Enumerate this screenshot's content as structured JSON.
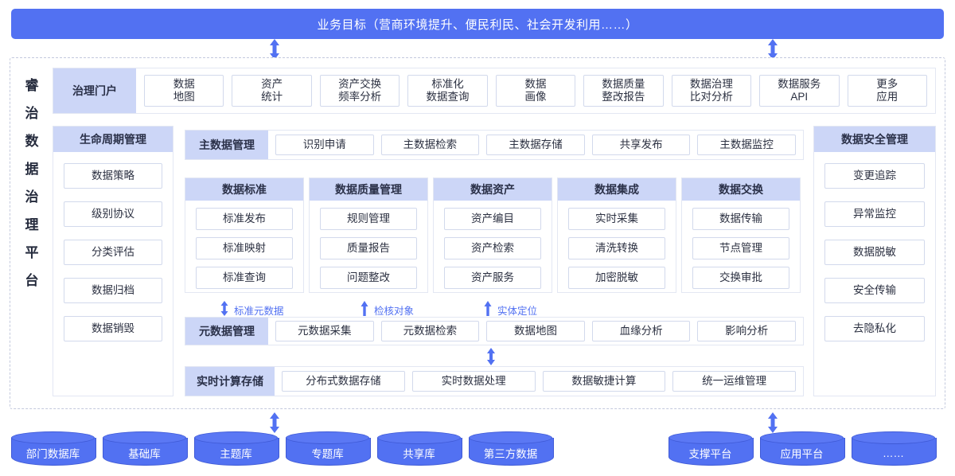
{
  "banner": {
    "title": "业务目标（营商环境提升、便民利民、社会开发利用……）"
  },
  "platform": {
    "title_chars": [
      "睿",
      "治",
      "数",
      "据",
      "治",
      "理",
      "平",
      "台"
    ]
  },
  "portal": {
    "head": "治理门户",
    "apps": [
      "数据\n地图",
      "资产\n统计",
      "资产交换\n频率分析",
      "标准化\n数据查询",
      "数据\n画像",
      "数据质量\n整改报告",
      "数据治理\n比对分析",
      "数据服务\nAPI",
      "更多\n应用"
    ]
  },
  "lifecycle": {
    "head": "生命周期管理",
    "items": [
      "数据策略",
      "级别协议",
      "分类评估",
      "数据归档",
      "数据销毁"
    ]
  },
  "master_data": {
    "head": "主数据管理",
    "items": [
      "识别申请",
      "主数据检索",
      "主数据存储",
      "共享发布",
      "主数据监控"
    ]
  },
  "columns": [
    {
      "head": "数据标准",
      "items": [
        "标准发布",
        "标准映射",
        "标准查询"
      ]
    },
    {
      "head": "数据质量管理",
      "items": [
        "规则管理",
        "质量报告",
        "问题整改"
      ]
    },
    {
      "head": "数据资产",
      "items": [
        "资产编目",
        "资产检索",
        "资产服务"
      ]
    },
    {
      "head": "数据集成",
      "items": [
        "实时采集",
        "清洗转换",
        "加密脱敏"
      ]
    },
    {
      "head": "数据交换",
      "items": [
        "数据传输",
        "节点管理",
        "交换审批"
      ]
    }
  ],
  "flow_labels": [
    {
      "text": "标准元数据",
      "arrow": "double-arrow-icon"
    },
    {
      "text": "检核对象",
      "arrow": "up-arrow-icon"
    },
    {
      "text": "实体定位",
      "arrow": "up-arrow-icon"
    }
  ],
  "metadata": {
    "head": "元数据管理",
    "items": [
      "元数据采集",
      "元数据检索",
      "数据地图",
      "血缘分析",
      "影响分析"
    ]
  },
  "realtime": {
    "head": "实时计算存储",
    "items": [
      "分布式数据存储",
      "实时数据处理",
      "数据敏捷计算",
      "统一运维管理"
    ]
  },
  "security": {
    "head": "数据安全管理",
    "items": [
      "变更追踪",
      "异常监控",
      "数据脱敏",
      "安全传输",
      "去隐私化"
    ]
  },
  "sources_left": [
    "部门数据库",
    "基础库",
    "主题库",
    "专题库",
    "共享库",
    "第三方数据"
  ],
  "sources_right": [
    "支撑平台",
    "应用平台",
    "……"
  ],
  "colors": {
    "brand": "#5271f2",
    "head_bg": "#ccd6f7",
    "chip_border": "#d2d9ec",
    "dashed_border": "#c3c9dd"
  }
}
